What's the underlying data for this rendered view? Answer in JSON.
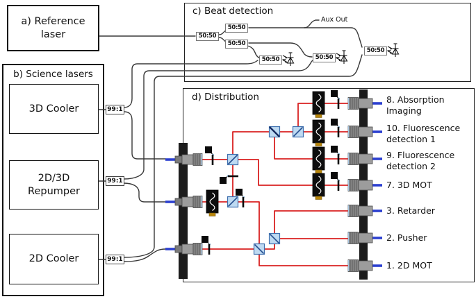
{
  "figure": {
    "panels": {
      "a": {
        "title_line1": "a) Reference",
        "title_line2": "laser"
      },
      "b": {
        "title": "b) Science lasers",
        "lasers": [
          "3D Cooler",
          "2D/3D Repumper",
          "2D Cooler"
        ],
        "tap_labels": [
          "99:1",
          "99:1",
          "99:1"
        ]
      },
      "c": {
        "title": "c) Beat detection",
        "splitter_labels": [
          "50:50",
          "50:50",
          "50:50",
          "50:50",
          "50:50",
          "50:50"
        ],
        "aux_label": "Aux Out",
        "photodiode_count": 3
      },
      "d": {
        "title": "d) Distribution",
        "outputs": [
          {
            "line1": "8. Absorption",
            "line2": "Imaging"
          },
          {
            "line1": "10. Fluorescence",
            "line2": "detection 1"
          },
          {
            "line1": "9. Fluorescence",
            "line2": "detection 2"
          },
          {
            "line1": "7. 3D MOT",
            "line2": ""
          },
          {
            "line1": "3. Retarder",
            "line2": ""
          },
          {
            "line1": "2. Pusher",
            "line2": ""
          },
          {
            "line1": "1. 2D MOT",
            "line2": ""
          }
        ]
      }
    },
    "icons": {
      "beamsplitter_cube": "blue cube with diagonal",
      "aom": "black box with vertical sine wave and gold base",
      "shutter": "black flag with blocking bar",
      "photodiode": "diode triangle with incoming light arrows",
      "fiber_coupler": "gray collimator on rail with blue fiber tip"
    },
    "colors": {
      "beam": "#d92121",
      "fiber": "#383838",
      "fiber_tip": "#2b3fd0",
      "cube_fill": "#bedaf2",
      "cube_border": "#3e6fae",
      "aom_base": "#b8860b",
      "rail": "#1c1c1c"
    }
  }
}
